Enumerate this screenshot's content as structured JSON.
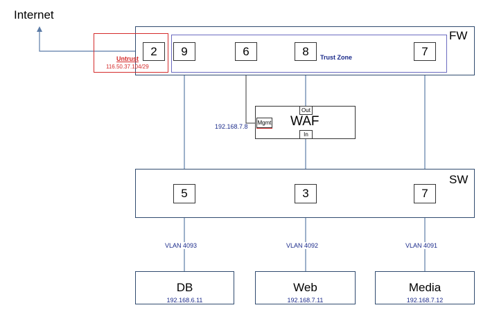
{
  "internet": {
    "label": "Internet"
  },
  "firewall": {
    "label": "FW",
    "untrust_label": "Untrust",
    "untrust_ip": "116.50.37.104/29",
    "trust_zone_label": "Trust Zone",
    "ports": {
      "p2": "2",
      "p9": "9",
      "p6": "6",
      "p8": "8",
      "p7": "7"
    }
  },
  "waf": {
    "label": "WAF",
    "out_label": "Out",
    "in_label": "In",
    "mgmt_label": "Mgmt",
    "mgmt_ip": "192.168.7.8"
  },
  "switch": {
    "label": "SW",
    "ports": {
      "p5": "5",
      "p3": "3",
      "p7": "7"
    }
  },
  "vlans": {
    "db": "VLAN 4093",
    "web": "VLAN 4092",
    "media": "VLAN 4091"
  },
  "servers": {
    "db": {
      "label": "DB",
      "ip": "192.168.6.11"
    },
    "web": {
      "label": "Web",
      "ip": "192.168.7.11"
    },
    "media": {
      "label": "Media",
      "ip": "192.168.7.12"
    }
  },
  "colors": {
    "line": "#5b7ba6",
    "box_border": "#2f4a6e",
    "untrust": "#d42a2a",
    "trust_zone": "#6a6ac0",
    "ip_text": "#1a2a8a"
  }
}
